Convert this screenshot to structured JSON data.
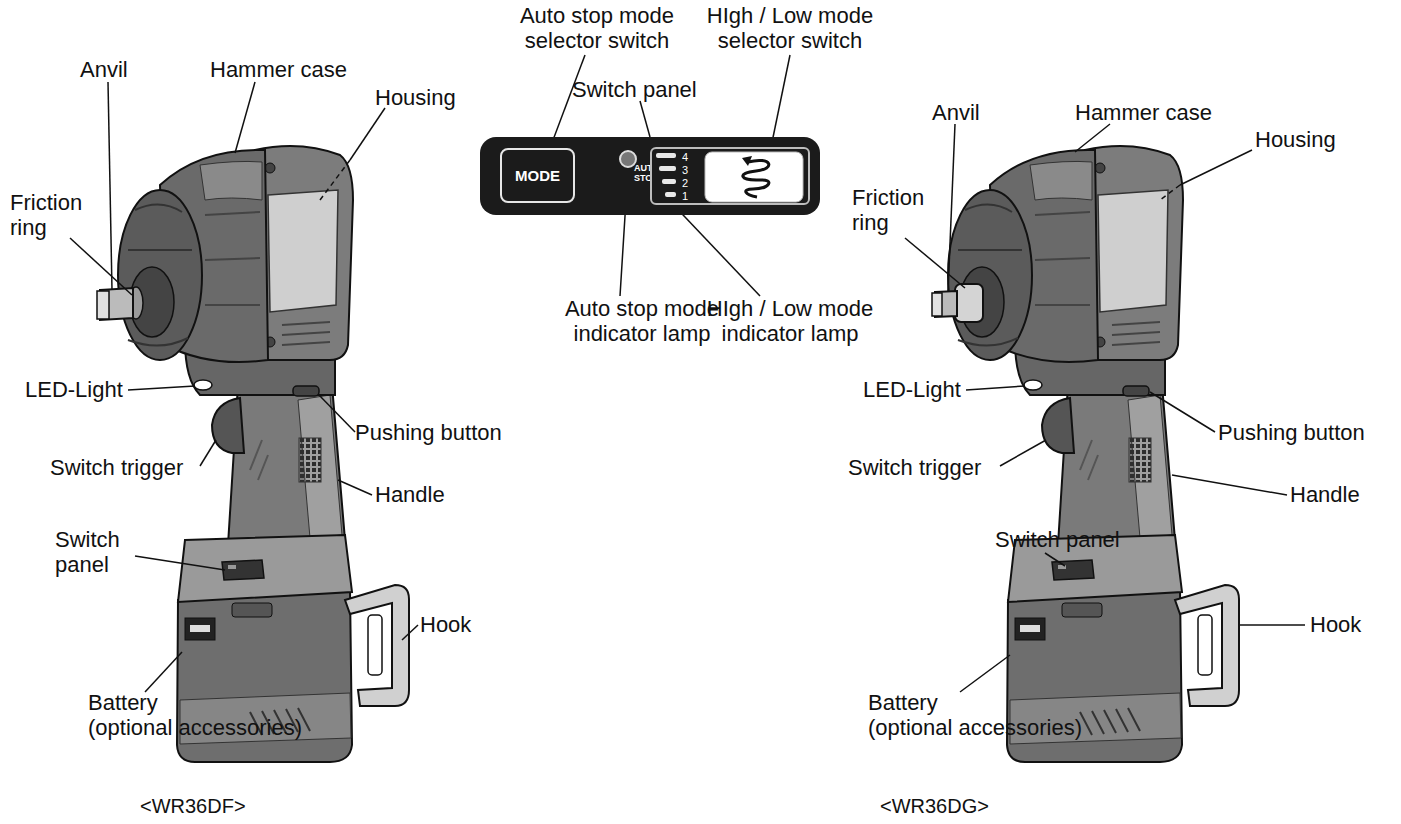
{
  "diagram": {
    "nodes": [
      {
        "text": [
          "Switch panel",
          "AUTO STOP"
        ]
      },
      {
        "text": [
          "MODE"
        ],
        "in": 0
      },
      {
        "text": [
          "4",
          "3",
          "2",
          "1"
        ],
        "in": 0
      }
    ],
    "labels": [
      "Anvil",
      "Hammer case",
      "Housing",
      "Friction ring",
      "LED-Light",
      "Pushing button",
      "Switch trigger",
      "Handle",
      "Switch panel",
      "Hook",
      "Battery (optional accessories)",
      "<WR36DF>",
      "Auto stop mode selector switch",
      "HIgh / Low mode selector switch",
      "Auto stop mode indicator lamp",
      "HIgh / Low mode indicator lamp",
      "Anvil",
      "Hammer case",
      "Housing",
      "Friction ring",
      "LED-Light",
      "Pushing button",
      "Switch trigger",
      "Handle",
      "Switch panel",
      "Hook",
      "Battery (optional accessories)",
      "<WR36DG>"
    ]
  }
}
